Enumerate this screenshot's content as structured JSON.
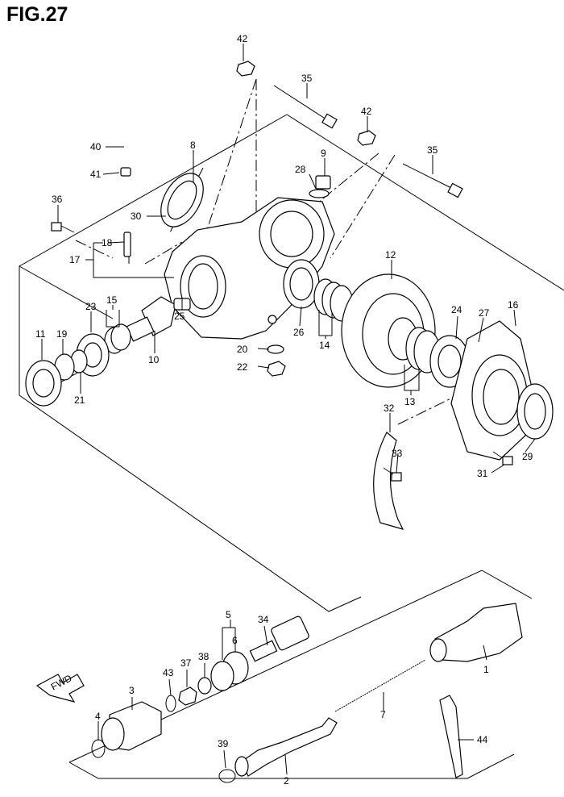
{
  "figure": {
    "title": "FIG.27"
  },
  "labels": {
    "p1": "1",
    "p2": "2",
    "p3": "3",
    "p4": "4",
    "p5": "5",
    "p6": "6",
    "p7": "7",
    "p8": "8",
    "p9": "9",
    "p10": "10",
    "p11": "11",
    "p12": "12",
    "p13": "13",
    "p14": "14",
    "p15": "15",
    "p16": "16",
    "p17": "17",
    "p18": "18",
    "p19": "19",
    "p20": "20",
    "p21": "21",
    "p22": "22",
    "p23": "23",
    "p24": "24",
    "p25": "25",
    "p26": "26",
    "p27": "27",
    "p28": "28",
    "p29": "29",
    "p30": "30",
    "p31": "31",
    "p32": "32",
    "p33": "33",
    "p34": "34",
    "p35a": "35",
    "p35b": "35",
    "p36": "36",
    "p37": "37",
    "p38": "38",
    "p39": "39",
    "p40": "40",
    "p41": "41",
    "p42a": "42",
    "p42b": "42",
    "p43": "43",
    "p44": "44"
  },
  "fwd": "FWD"
}
